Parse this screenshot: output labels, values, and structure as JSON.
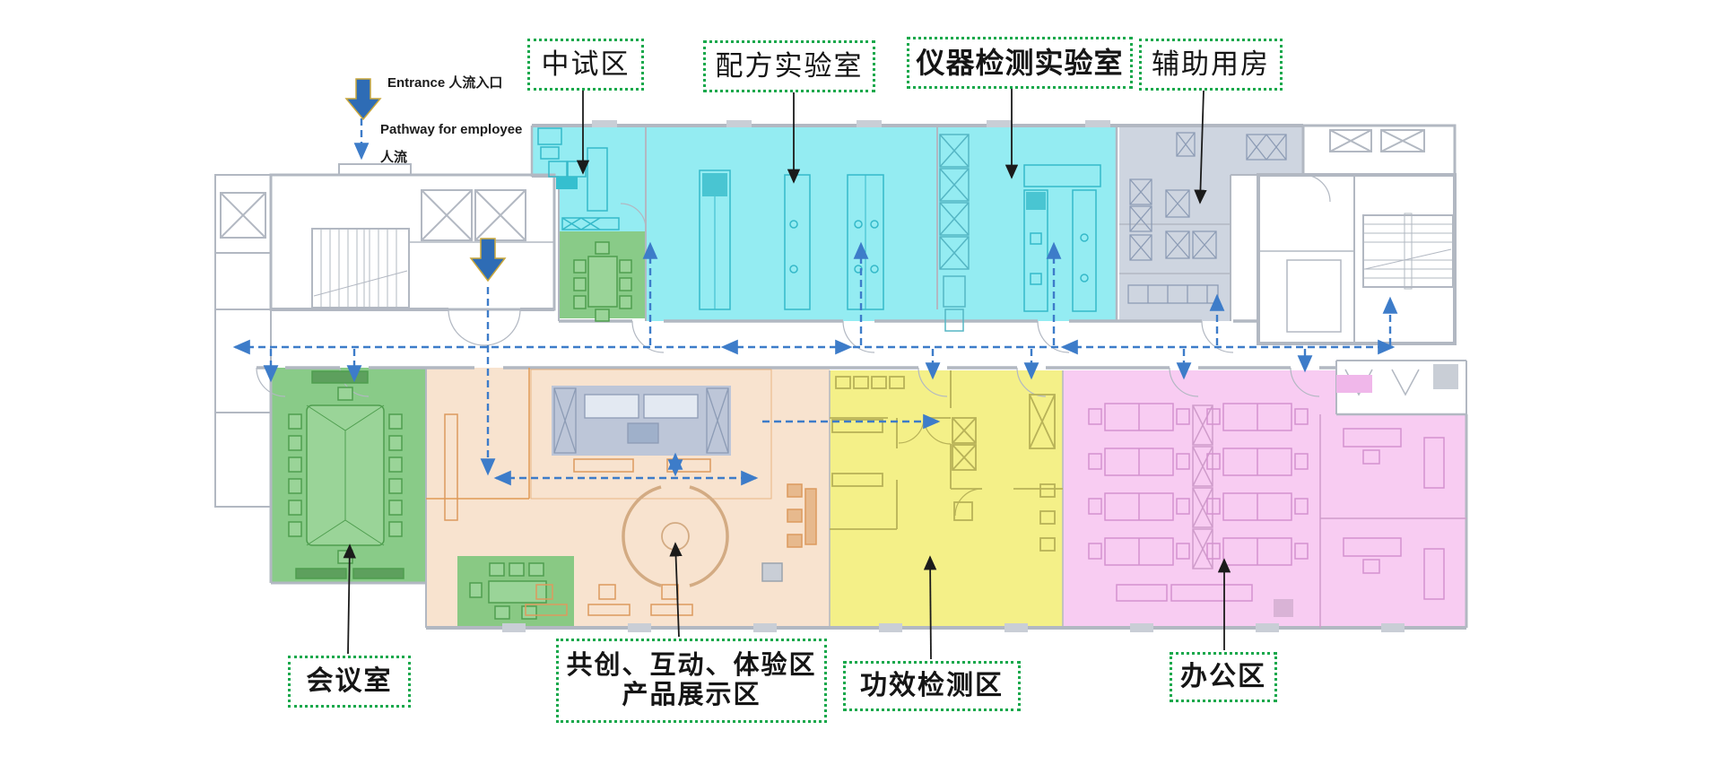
{
  "legend": {
    "entrance": "Entrance 人流入口",
    "pathway_en": "Pathway for employee",
    "pathway_zh": "人流"
  },
  "labels": {
    "pilot": "中试区",
    "formula": "配方实验室",
    "instrument": "仪器检测实验室",
    "auxiliary": "辅助用房",
    "meeting": "会议室",
    "cocreation_1": "共创、互动、体验区",
    "cocreation_2": "产品展示区",
    "efficacy": "功效检测区",
    "office": "办公区"
  },
  "colors": {
    "pilot_cyan": "#8BEAF1",
    "room_green": "#7FC77E",
    "aux_gray": "#CBD3DE",
    "cocreation_orange": "#F8E2CC",
    "efficacy_yellow": "#F3EF7E",
    "office_pink": "#F7C8F1",
    "display_shelf_blue": "#B9C4D8",
    "pathway_blue": "#3D7CC9",
    "entrance_arrow_blue": "#2E6CB5",
    "label_border_green": "#17A84B",
    "wall_gray": "#b2b8c2"
  }
}
